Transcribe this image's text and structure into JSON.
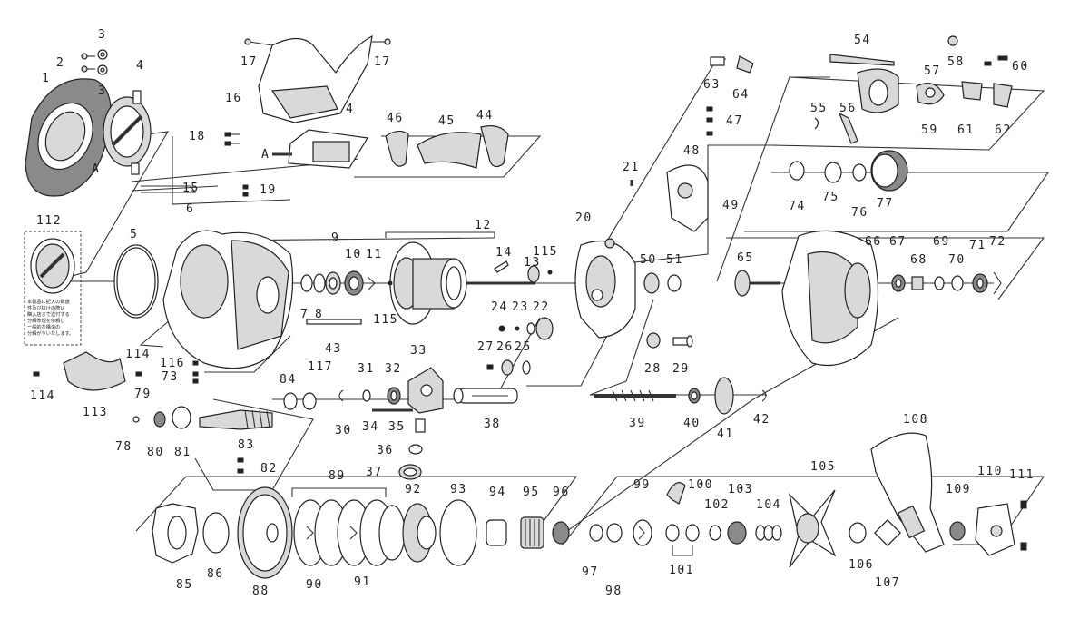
{
  "diagram": {
    "part_numbers": [
      "1",
      "2",
      "3",
      "3",
      "4",
      "4",
      "5",
      "6",
      "7",
      "8",
      "9",
      "10",
      "11",
      "12",
      "13",
      "14",
      "15",
      "16",
      "17",
      "17",
      "18",
      "19",
      "20",
      "21",
      "22",
      "23",
      "24",
      "25",
      "26",
      "27",
      "28",
      "29",
      "30",
      "31",
      "32",
      "33",
      "34",
      "35",
      "36",
      "37",
      "38",
      "39",
      "40",
      "41",
      "42",
      "43",
      "44",
      "45",
      "46",
      "47",
      "48",
      "49",
      "50",
      "51",
      "54",
      "55",
      "56",
      "57",
      "58",
      "60",
      "59",
      "61",
      "62",
      "63",
      "64",
      "65",
      "66",
      "67",
      "68",
      "69",
      "70",
      "71",
      "72",
      "74",
      "75",
      "76",
      "77",
      "78",
      "79",
      "80",
      "81",
      "82",
      "83",
      "84",
      "85",
      "86",
      "88",
      "89",
      "90",
      "91",
      "92",
      "93",
      "94",
      "95",
      "96",
      "97",
      "98",
      "99",
      "100",
      "101",
      "102",
      "103",
      "104",
      "105",
      "106",
      "107",
      "108",
      "109",
      "110",
      "111",
      "112",
      "113",
      "114",
      "114",
      "115",
      "115",
      "116",
      "117",
      "73"
    ],
    "letter_labels": [
      "A",
      "A"
    ],
    "caution_label_lines": [
      "本製品に記入の数値",
      "性及び抜けの際は",
      "購入店まで送付する",
      "分解修理を依頼し",
      "一般的な構造の",
      "分解がりいたします。"
    ]
  }
}
